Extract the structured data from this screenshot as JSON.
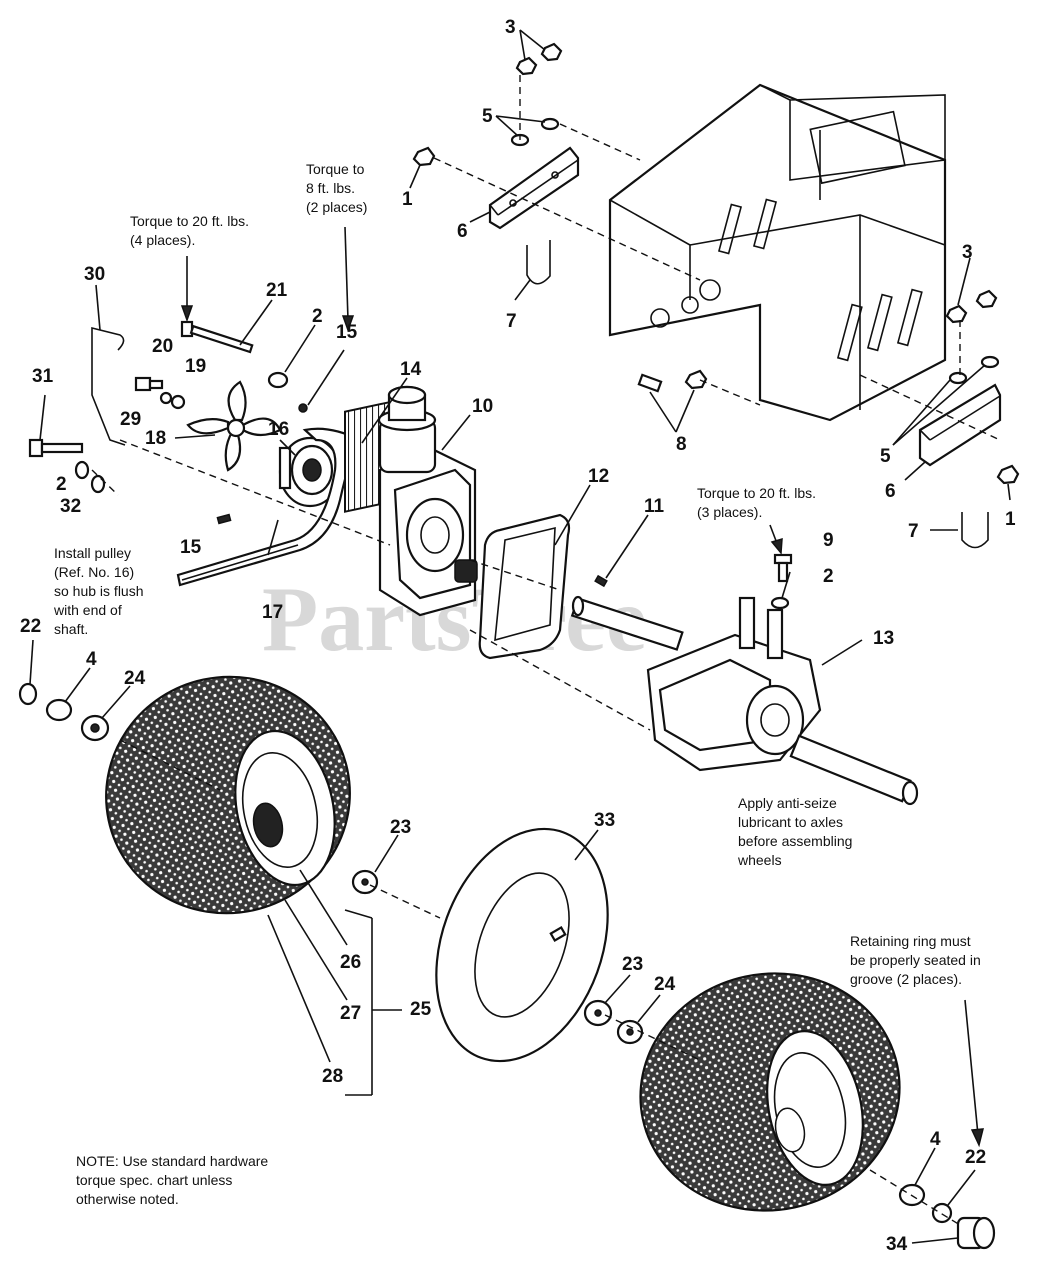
{
  "watermark": "PartsTree",
  "callouts": {
    "c3a": "3",
    "c5a": "5",
    "c1a": "1",
    "c6a": "6",
    "c7a": "7",
    "c30": "30",
    "c21": "21",
    "c2a": "2",
    "c15a": "15",
    "c20": "20",
    "c19": "19",
    "c29": "29",
    "c31": "31",
    "c18": "18",
    "c16": "16",
    "c14": "14",
    "c10": "10",
    "c2b": "2",
    "c32": "32",
    "c15b": "15",
    "c17": "17",
    "c12": "12",
    "c11": "11",
    "c9": "9",
    "c2c": "2",
    "c13": "13",
    "c22a": "22",
    "c4a": "4",
    "c24a": "24",
    "c23a": "23",
    "c33": "33",
    "c26": "26",
    "c27": "27",
    "c25": "25",
    "c28": "28",
    "c23b": "23",
    "c24b": "24",
    "c4b": "4",
    "c22b": "22",
    "c34": "34",
    "c3b": "3",
    "c8": "8",
    "c5b": "5",
    "c6b": "6",
    "c7b": "7",
    "c1b": "1"
  },
  "notes": {
    "torque8": [
      "Torque to",
      "8 ft. lbs.",
      "(2 places)"
    ],
    "torque20_4": [
      "Torque to 20 ft. lbs.",
      "(4 places)."
    ],
    "pulley": [
      "Install pulley",
      "(Ref. No. 16)",
      "so hub is flush",
      "with end of",
      "shaft."
    ],
    "torque20_3": [
      "Torque to 20 ft. lbs.",
      "(3 places)."
    ],
    "antiseize": [
      "Apply anti-seize",
      "lubricant to axles",
      "before assembling",
      "wheels"
    ],
    "retaining": [
      "Retaining ring must",
      "be properly seated in",
      "groove (2 places)."
    ],
    "standard": [
      "NOTE: Use standard hardware",
      "torque spec. chart unless",
      "otherwise noted."
    ]
  }
}
